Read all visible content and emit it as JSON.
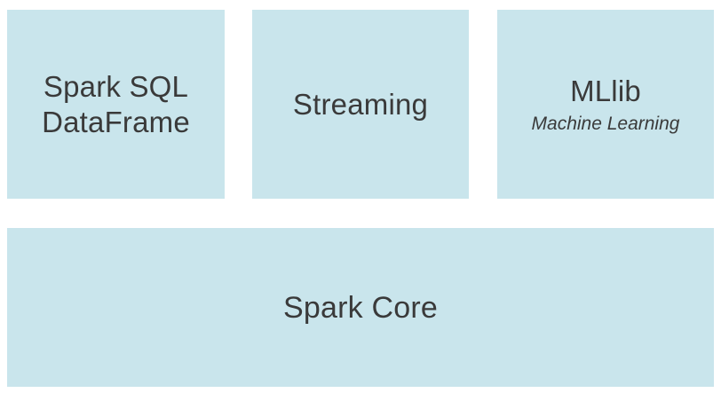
{
  "diagram": {
    "blocks": [
      {
        "id": "sql",
        "lines": [
          "Spark SQL",
          "DataFrame"
        ]
      },
      {
        "id": "streaming",
        "lines": [
          "Streaming"
        ]
      },
      {
        "id": "mllib",
        "title": "MLlib",
        "subtitle": "Machine Learning"
      },
      {
        "id": "core",
        "title": "Spark Core"
      }
    ],
    "colors": {
      "block_fill": "#c9e5ec",
      "text": "#3a3a3a",
      "background": "#ffffff"
    }
  }
}
